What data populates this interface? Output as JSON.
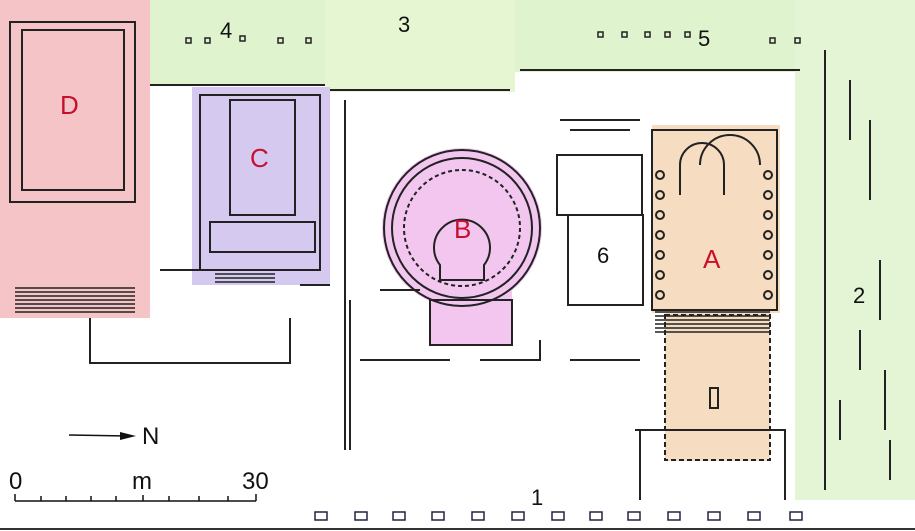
{
  "areas": {
    "D": {
      "label": "D",
      "color": "#f4c4c6"
    },
    "C": {
      "label": "C",
      "color": "#d5c9f0"
    },
    "B": {
      "label": "B",
      "color": "#f2c6ef"
    },
    "A": {
      "label": "A",
      "color": "#f6dcc0"
    },
    "green": {
      "color": "#dff3cf"
    }
  },
  "numbers": [
    "1",
    "2",
    "3",
    "4",
    "5",
    "6"
  ],
  "label_color": "#c8102e",
  "north": {
    "label": "N"
  },
  "scale": {
    "start": "0",
    "unit": "m",
    "end": "30"
  }
}
